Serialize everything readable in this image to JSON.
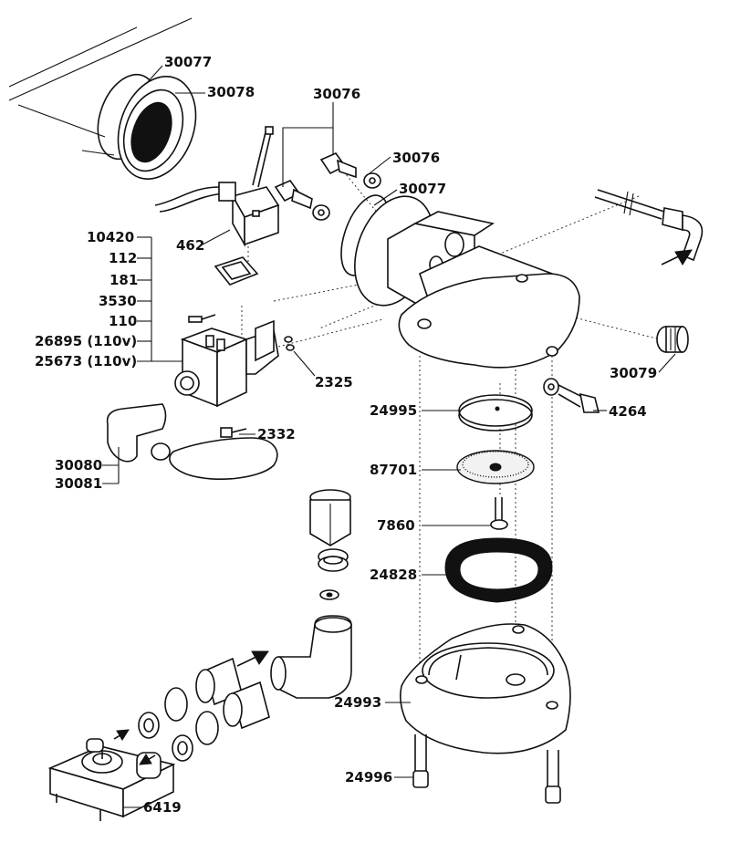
{
  "labels": {
    "p30077_top": "30077",
    "p30078": "30078",
    "p30076_top": "30076",
    "p30076_mid": "30076",
    "p30077_mid": "30077",
    "p462": "462",
    "p10420": "10420",
    "p112": "112",
    "p181": "181",
    "p3530": "3530",
    "p110": "110",
    "p26895": "26895 (110v)",
    "p25673": "25673 (110v)",
    "p2325": "2325",
    "p2332": "2332",
    "p30080": "30080",
    "p30081": "30081",
    "p30079": "30079",
    "p4264": "4264",
    "p24995": "24995",
    "p87701": "87701",
    "p7860": "7860",
    "p24828": "24828",
    "p24993": "24993",
    "p24996": "24996",
    "p6419": "6419"
  },
  "icons": [
    "flow-arrow-icon"
  ]
}
